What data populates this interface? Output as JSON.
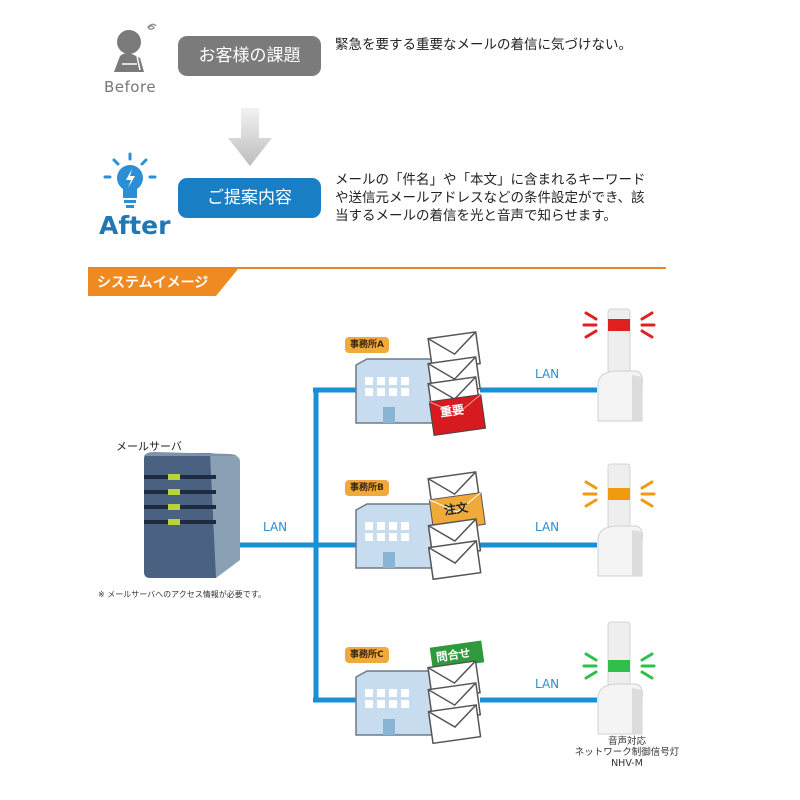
{
  "before": {
    "label": "Before",
    "icon": "worried-person-icon",
    "pill": "お客様の課題",
    "description": "緊急を要する重要なメールの着信に気づけない。"
  },
  "transition": {
    "icon": "down-arrow-icon"
  },
  "after": {
    "label": "After",
    "icon": "lightbulb-icon",
    "pill": "ご提案内容",
    "description_lines": [
      "メールの「件名」や「本文」に含まれるキーワード",
      "や送信元メールアドレスなどの条件設定ができ、該",
      "当するメールの着信を光と音声で知らせます。"
    ]
  },
  "section": {
    "title": "システムイメージ",
    "accent": "#e8862a"
  },
  "diagram": {
    "server": {
      "label": "メールサーバ",
      "note": "※ メールサーバへのアクセス情報が必要です。",
      "lan_label": "LAN"
    },
    "network_color": "#1a8fd6",
    "offices": [
      {
        "name": "事務所A",
        "lan_label": "LAN",
        "tag": "重要",
        "tag_color": "#d71920",
        "light_color": "#e02020"
      },
      {
        "name": "事務所B",
        "lan_label": "LAN",
        "tag": "注文",
        "tag_color": "#f0a93b",
        "light_color": "#f09a10"
      },
      {
        "name": "事務所C",
        "lan_label": "LAN",
        "tag": "問合せ",
        "tag_color": "#2e9a3c",
        "light_color": "#2fbf4a"
      }
    ],
    "product": {
      "caption_lines": [
        "音声対応",
        "ネットワーク制御信号灯",
        "NHV-M"
      ]
    }
  }
}
